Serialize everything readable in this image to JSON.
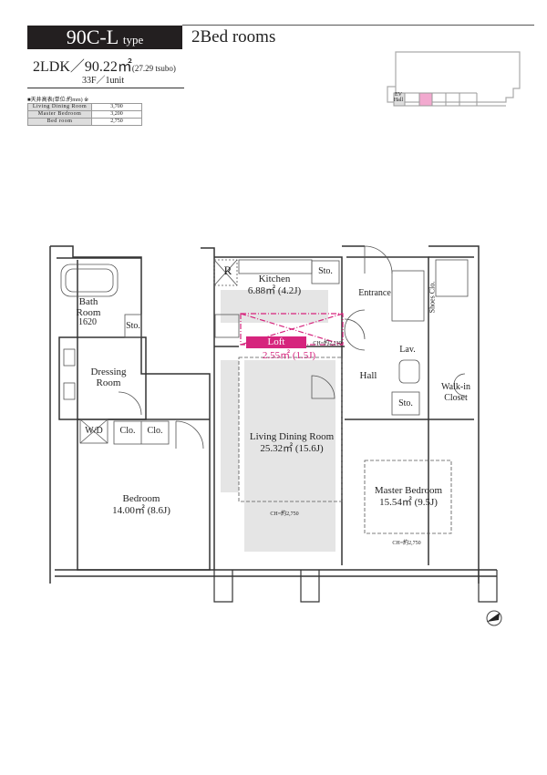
{
  "header": {
    "type_code": "90C-L",
    "type_suffix": "type",
    "bedrooms": "2Bed rooms",
    "layout": "2LDK／90.22㎡",
    "tsubo": "(27.29 tsubo)",
    "floor_units": "33F／1unit"
  },
  "ceiling_table": {
    "caption": "■天井高表(単位:約mm) ※",
    "rows": [
      {
        "room": "Living Dining Room",
        "height": "3,700"
      },
      {
        "room": "Master Bedroom",
        "height": "3,200"
      },
      {
        "room": "Bed room",
        "height": "2,750"
      }
    ]
  },
  "key_plan": {
    "ev_hall": "EV Hall",
    "highlight_color": "#f2a9cf"
  },
  "rooms": {
    "kitchen": {
      "name": "Kitchen",
      "area": "6.88㎡ (4.2J)"
    },
    "refrigerator": "R",
    "loft": {
      "name": "Loft",
      "area": "2.55㎡ (1.5J)",
      "ch": "CH=約2,230"
    },
    "bath": {
      "name": "Bath Room",
      "size": "1620"
    },
    "dressing": {
      "name": "Dressing Room"
    },
    "wd": "W/D",
    "closet1": "Clo.",
    "closet2": "Clo.",
    "bedroom": {
      "name": "Bedroom",
      "area": "14.00㎡ (8.6J)"
    },
    "ldr": {
      "name": "Living Dining Room",
      "area": "25.32㎡ (15.6J)",
      "ch": "CH=約2,750"
    },
    "entrance": "Entrance",
    "shoes": "Shoes Clo.",
    "lav": "Lav.",
    "hall": "Hall",
    "walkin": "Walk-in Closet",
    "master": {
      "name": "Master Bedroom",
      "area": "15.54㎡ (9.5J)",
      "ch": "CH=約2,750"
    },
    "storage": "Sto."
  },
  "colors": {
    "accent": "#d6247d",
    "header_bg": "#231f20"
  }
}
